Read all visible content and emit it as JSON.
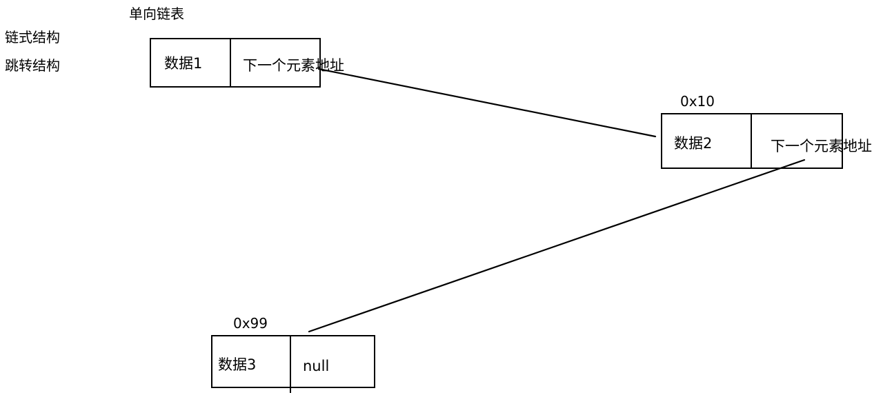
{
  "title": "单向链表",
  "side_labels": [
    "链式结构",
    "跳转结构"
  ],
  "nodes": [
    {
      "address": "",
      "data": "数据1",
      "next": "下一个元素地址"
    },
    {
      "address": "0x10",
      "data": "数据2",
      "next": "下一个元素地址"
    },
    {
      "address": "0x99",
      "data": "数据3",
      "next": "null"
    }
  ],
  "colors": {
    "stroke": "#000000",
    "background": "#ffffff"
  }
}
